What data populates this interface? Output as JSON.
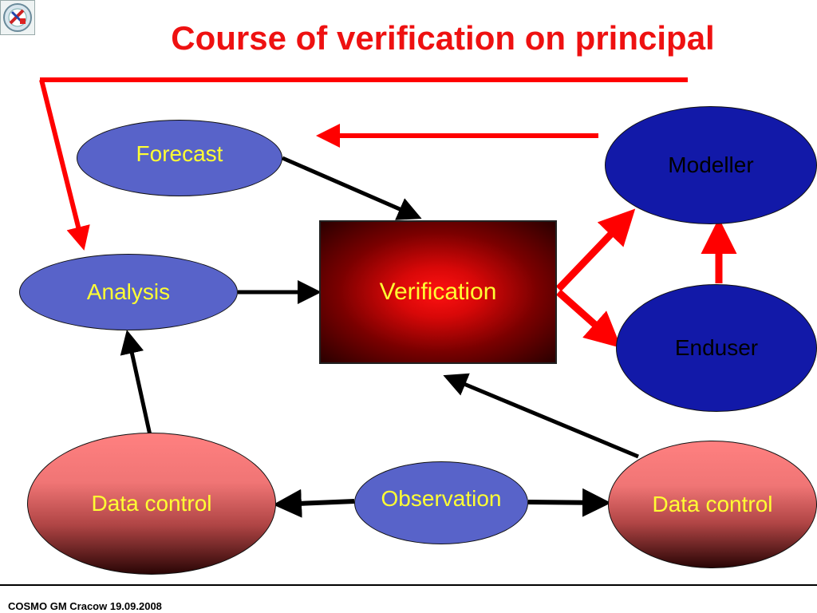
{
  "title": "Course of verification on principal",
  "nodes": {
    "forecast": "Forecast",
    "analysis": "Analysis",
    "verification": "Verification",
    "modeller": "Modeller",
    "enduser": "Enduser",
    "data_control_left": "Data control",
    "observation": "Observation",
    "data_control_right": "Data control"
  },
  "footer": "COSMO GM Cracow 19.09.2008",
  "colors": {
    "title": "#ee1111",
    "feedback_arrows": "#ff0000",
    "flow_arrows": "#000000",
    "blue_node": "#5863c9",
    "navy_node": "#1219a8",
    "label_text": "#ffff33"
  }
}
